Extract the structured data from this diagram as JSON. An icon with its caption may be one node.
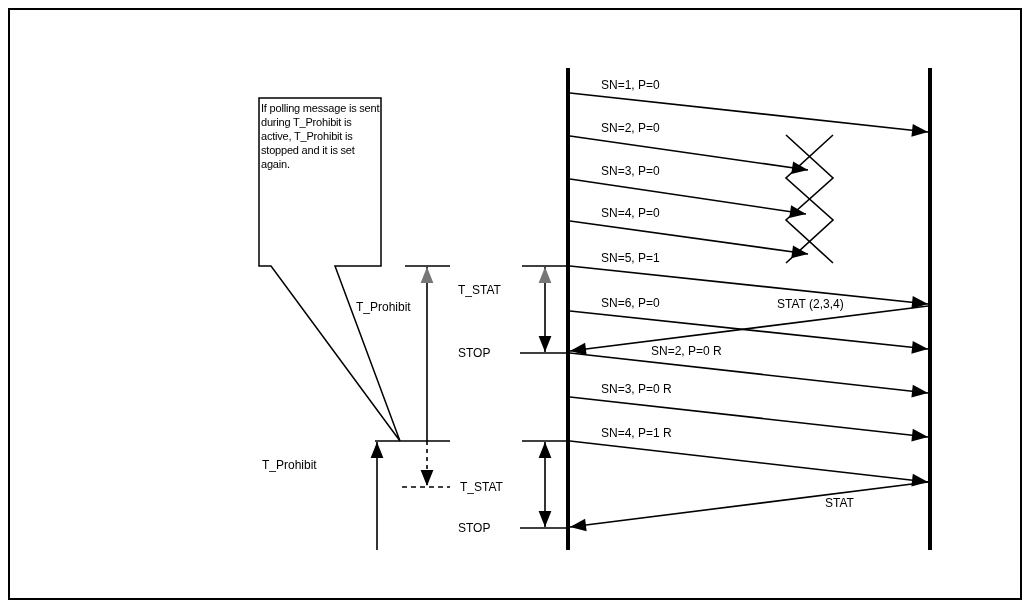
{
  "diagram": {
    "nodes": [
      {
        "text": [
          "If polling message is sent during T_Prohibit is active, T_Prohibit is stopped and it is set again."
        ]
      },
      {
        "text": [],
        "shape": "bar"
      },
      {
        "text": [],
        "shape": "bar"
      }
    ],
    "edges": [
      {
        "from": 1,
        "to": 2,
        "arrow": "to",
        "label": "SN=1, P=0"
      },
      {
        "from": 1,
        "to": null,
        "arrow": "to",
        "label": "SN=2, P=0"
      },
      {
        "from": 1,
        "to": null,
        "arrow": "to",
        "label": "SN=3, P=0"
      },
      {
        "from": 1,
        "to": null,
        "arrow": "to",
        "label": "SN=4, P=0"
      },
      {
        "from": 1,
        "to": 2,
        "arrow": "to",
        "label": "SN=5, P=1"
      },
      {
        "from": 1,
        "to": 2,
        "arrow": "to",
        "label": "SN=6, P=0"
      },
      {
        "from": 2,
        "to": 1,
        "arrow": "to",
        "label": "STAT (2,3,4)"
      },
      {
        "from": 1,
        "to": 2,
        "arrow": "to",
        "label": "SN=2, P=0 R"
      },
      {
        "from": 1,
        "to": 2,
        "arrow": "to",
        "label": "SN=3, P=0 R"
      },
      {
        "from": 1,
        "to": 2,
        "arrow": "to",
        "label": "SN=4, P=1 R"
      },
      {
        "from": 2,
        "to": 1,
        "arrow": "to",
        "label": "STAT"
      }
    ],
    "labels": [
      "T_Prohibit",
      "T_STAT",
      "STOP",
      "T_Prohibit",
      "T_STAT",
      "STOP"
    ]
  }
}
